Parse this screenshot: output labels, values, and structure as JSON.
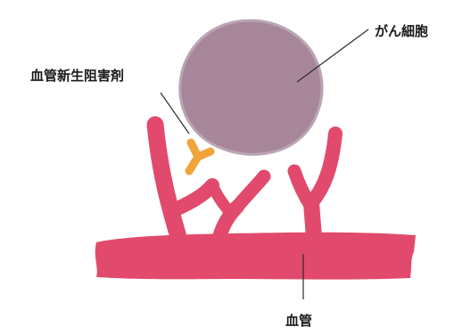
{
  "labels": {
    "cancer_cell": "がん細胞",
    "angiogenesis_inhibitor": "血管新生阻害剤",
    "blood_vessel": "血管"
  },
  "colors": {
    "cancer_cell_fill": "#a8869a",
    "cancer_cell_edge": "#b9a6b4",
    "blood_vessel": "#e14a6c",
    "inhibitor": "#f2a33a",
    "leader_line": "#2b2b2b",
    "label_text": "#1a1a1a"
  }
}
